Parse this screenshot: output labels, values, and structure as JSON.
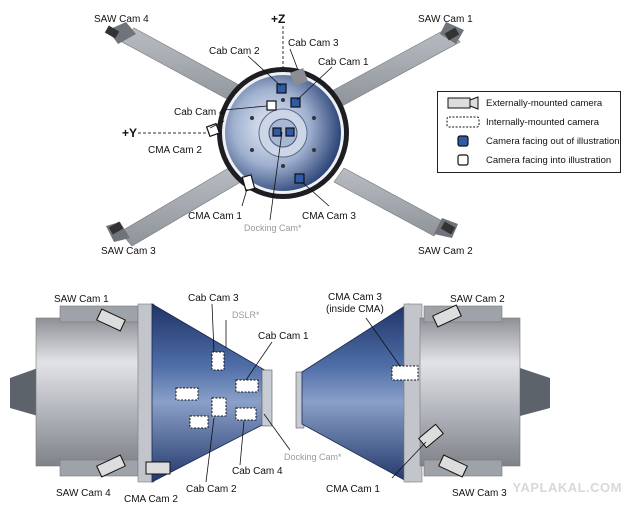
{
  "top_view": {
    "axis_z": "+Z",
    "axis_y": "+Y",
    "labels": {
      "saw_cam_4": "SAW Cam 4",
      "saw_cam_1": "SAW Cam 1",
      "saw_cam_3": "SAW Cam 3",
      "saw_cam_2": "SAW Cam 2",
      "cab_cam_2": "Cab Cam 2",
      "cab_cam_3": "Cab Cam 3",
      "cab_cam_1": "Cab Cam 1",
      "cab_cam_4": "Cab Cam 4",
      "cma_cam_2": "CMA Cam 2",
      "cma_cam_1": "CMA Cam 1",
      "cma_cam_3": "CMA Cam 3",
      "docking_cam": "Docking Cam*"
    }
  },
  "legend": {
    "items": [
      {
        "label": "Externally-mounted camera"
      },
      {
        "label": "Internally-mounted camera"
      },
      {
        "label": "Camera facing out of illustration"
      },
      {
        "label": "Camera facing into illustration"
      }
    ]
  },
  "bottom_left": {
    "labels": {
      "saw_cam_1": "SAW Cam 1",
      "cab_cam_3": "Cab Cam 3",
      "dslr": "DSLR*",
      "cab_cam_1": "Cab Cam 1",
      "saw_cam_4": "SAW Cam 4",
      "cma_cam_2": "CMA Cam 2",
      "cab_cam_2": "Cab Cam 2",
      "cab_cam_4": "Cab Cam 4",
      "docking_cam": "Docking Cam*"
    }
  },
  "bottom_right": {
    "labels": {
      "cma_cam_3_line1": "CMA Cam 3",
      "cma_cam_3_line2": "(inside CMA)",
      "saw_cam_2": "SAW Cam 2",
      "cma_cam_1": "CMA Cam 1",
      "saw_cam_3": "SAW Cam 3"
    }
  },
  "watermark": "YAPLAKAL.COM",
  "colors": {
    "capsule_blue": "#3a5590",
    "capsule_light": "#c9d3e6",
    "panel_gray": "#9ea3aa",
    "camera_blue": "#2f5aa8"
  }
}
